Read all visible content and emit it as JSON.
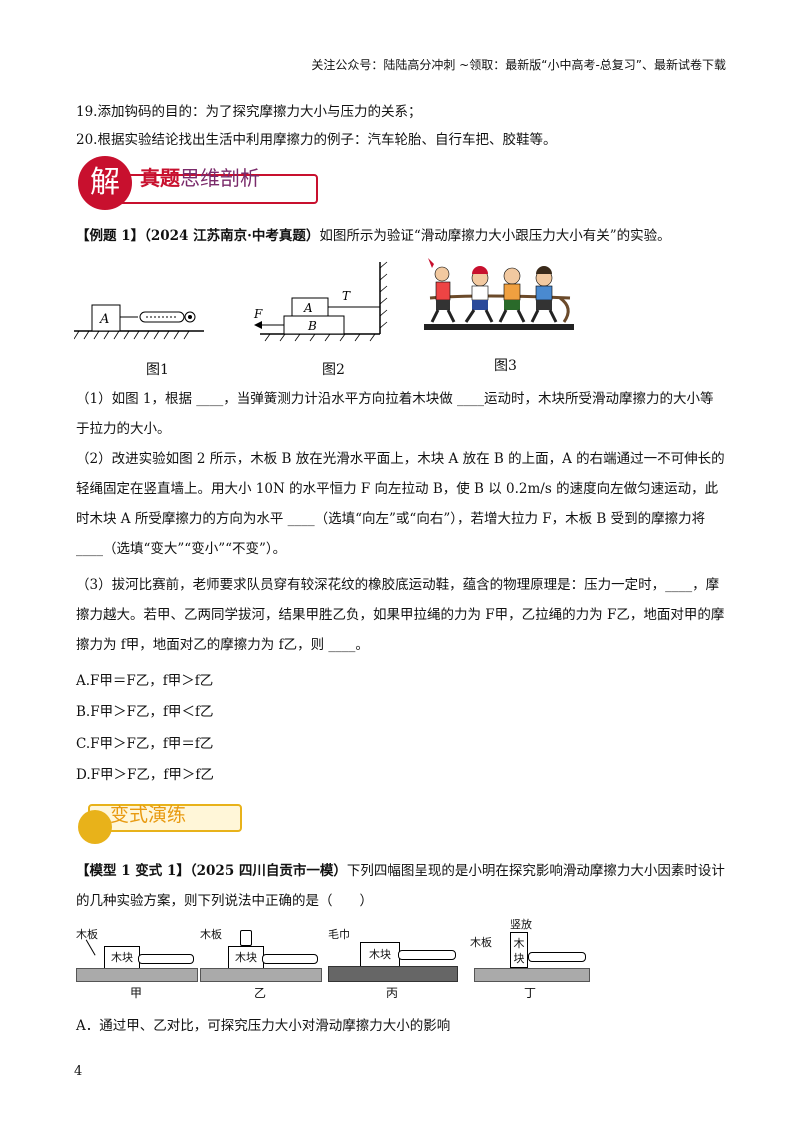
{
  "header": "关注公众号：陆陆高分冲刺 ~领取：最新版“小中高考-总复习”、最新试卷下载",
  "lines": [
    "19.添加钩码的目的：为了探究摩擦力大小与压力的关系；",
    "20.根据实验结论找出生活中利用摩擦力的例子：汽车轮胎、自行车把、胶鞋等。"
  ],
  "section1": {
    "badge": "解",
    "title_red": "真题",
    "title_rest": "思维剖析"
  },
  "example": {
    "tag": "【例题 1】",
    "source": "（2024 江苏南京·中考真题）",
    "stem": "如图所示为验证“滑动摩擦力大小跟压力大小有关”的实验。",
    "figures": [
      "图1",
      "图2",
      "图3"
    ],
    "fig_labels": {
      "A": "A",
      "B": "B",
      "F": "F",
      "T": "T"
    },
    "q1": "（1）如图 1，根据 ____，当弹簧测力计沿水平方向拉着木块做 ____运动时，木块所受滑动摩擦力的大小等于拉力的大小。",
    "q2": "（2）改进实验如图 2 所示，木板 B 放在光滑水平面上，木块 A 放在 B 的上面，A 的右端通过一不可伸长的轻绳固定在竖直墙上。用大小 10N 的水平恒力 F 向左拉动 B，使 B 以 0.2m/s 的速度向左做匀速运动，此时木块 A 所受摩擦力的方向为水平 ____（选填“向左”或“向右”），若增大拉力 F，木板 B 受到的摩擦力将 ____（选填“变大”“变小”“不变”）。",
    "q3": "（3）拔河比赛前，老师要求队员穿有较深花纹的橡胶底运动鞋，蕴含的物理原理是：压力一定时，____，摩擦力越大。若甲、乙两同学拔河，结果甲胜乙负，如果甲拉绳的力为 F甲，乙拉绳的力为 F乙，地面对甲的摩擦力为 f甲，地面对乙的摩擦力为 f乙，则 ____。",
    "options": [
      "A.F甲＝F乙，f甲＞f乙",
      "B.F甲＞F乙，f甲＜f乙",
      "C.F甲＞F乙，f甲＝f乙",
      "D.F甲＞F乙，f甲＞f乙"
    ]
  },
  "section2": {
    "title": "变式演练"
  },
  "variant": {
    "tag": "【模型 1 变式 1】",
    "source": "（2025 四川自贡市一模）",
    "stem": "下列四幅图呈现的是小明在探究影响滑动摩擦力大小因素时设计的几种实验方案，则下列说法中正确的是（　　）",
    "figs": [
      {
        "caption": "甲",
        "surface": "木板",
        "block": "木块"
      },
      {
        "caption": "乙",
        "surface": "木板",
        "block": "木块"
      },
      {
        "caption": "丙",
        "surface": "毛巾",
        "block": "木块"
      },
      {
        "caption": "丁",
        "surface": "木板",
        "block": "木块",
        "note": "竖放"
      }
    ],
    "option_a": "A．通过甲、乙对比，可探究压力大小对滑动摩擦力大小的影响"
  },
  "page_number": "4"
}
